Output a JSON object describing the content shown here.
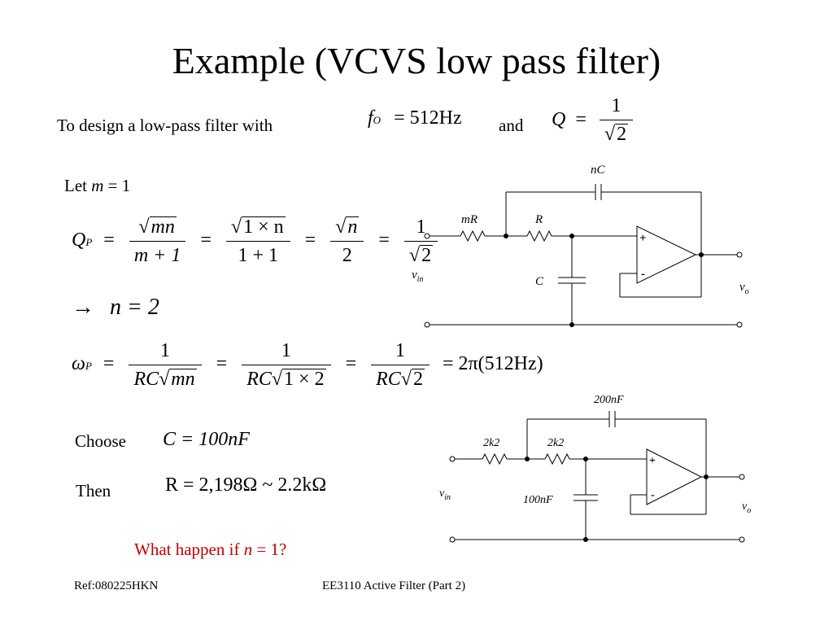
{
  "slide": {
    "title": "Example (VCVS low pass filter)",
    "intro_text": "To design a low-pass filter with",
    "intro_fo": "512Hz",
    "intro_and": "and",
    "let_text": "Let",
    "let_m": "m",
    "let_value": "= 1",
    "then_n": "n = 2",
    "choose_text": "Choose",
    "choose_eq": "C = 100nF",
    "then_text": "Then",
    "then_eq": "R = 2,198Ω ~ 2.2kΩ",
    "question": "What happen if",
    "question_var": "n",
    "question_rest": "= 1?"
  },
  "equations": {
    "q": {
      "lhs": "Q",
      "lhs_sub": "P",
      "n1": "mn",
      "d1": "m + 1",
      "n2": "1 × n",
      "d2": "1 + 1",
      "n3": "n",
      "d3": "2",
      "n4": "1",
      "d4": "2"
    },
    "omega": {
      "lhs": "ω",
      "lhs_sub": "P",
      "n": "1",
      "d1_rc": "RC",
      "d1_rad": "mn",
      "d2_rc": "RC",
      "d2_rad": "1 × 2",
      "d3_rc": "RC",
      "d3_rad": "2",
      "rhs": "= 2π(512Hz)"
    }
  },
  "circuit1": {
    "feedback_cap": "nC",
    "r1": "mR",
    "r2": "R",
    "ground_cap": "C",
    "input": "v",
    "input_sub": "in",
    "output": "v",
    "output_sub": "o",
    "plus": "+",
    "minus": "-"
  },
  "circuit2": {
    "feedback_cap": "200nF",
    "r1": "2k2",
    "r2": "2k2",
    "ground_cap": "100nF",
    "input": "v",
    "input_sub": "in",
    "output": "v",
    "output_sub": "o",
    "plus": "+",
    "minus": "-"
  },
  "footer": {
    "ref": "Ref:080225HKN",
    "course": "EE3110 Active Filter (Part 2)"
  }
}
